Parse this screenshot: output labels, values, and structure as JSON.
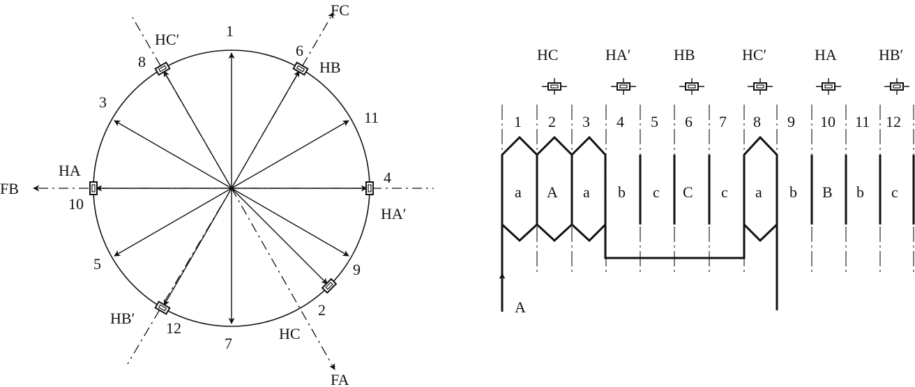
{
  "circle": {
    "vectors": [
      {
        "label": "1",
        "angle": 90
      },
      {
        "label": "2",
        "angle": -45
      },
      {
        "label": "3",
        "angle": 150
      },
      {
        "label": "4",
        "angle": 0
      },
      {
        "label": "5",
        "angle": 210
      },
      {
        "label": "6",
        "angle": 60
      },
      {
        "label": "7",
        "angle": 270
      },
      {
        "label": "8",
        "angle": 120
      },
      {
        "label": "9",
        "angle": 330
      },
      {
        "label": "10",
        "angle": 180
      },
      {
        "label": "11",
        "angle": 30
      },
      {
        "label": "12",
        "angle": 240
      }
    ],
    "sensors": [
      {
        "label": "HC′",
        "angle": 120
      },
      {
        "label": "HB",
        "angle": 60
      },
      {
        "label": "HA",
        "angle": 180
      },
      {
        "label": "HA′",
        "angle": 0
      },
      {
        "label": "HB′",
        "angle": 240
      },
      {
        "label": "HC",
        "angle": -45
      }
    ],
    "axes": [
      {
        "label": "FC",
        "angle": 60
      },
      {
        "label": "FB",
        "angle": 180
      },
      {
        "label": "FA",
        "angle": -45
      }
    ]
  },
  "winding": {
    "sensors": [
      "HC",
      "HA′",
      "HB",
      "HC′",
      "HA",
      "HB′"
    ],
    "slots": [
      "1",
      "2",
      "3",
      "4",
      "5",
      "6",
      "7",
      "8",
      "9",
      "10",
      "11",
      "12"
    ],
    "coils": [
      "a",
      "A",
      "a",
      "b",
      "c",
      "C",
      "c",
      "a",
      "b",
      "B",
      "b",
      "c"
    ],
    "input_label": "A"
  }
}
